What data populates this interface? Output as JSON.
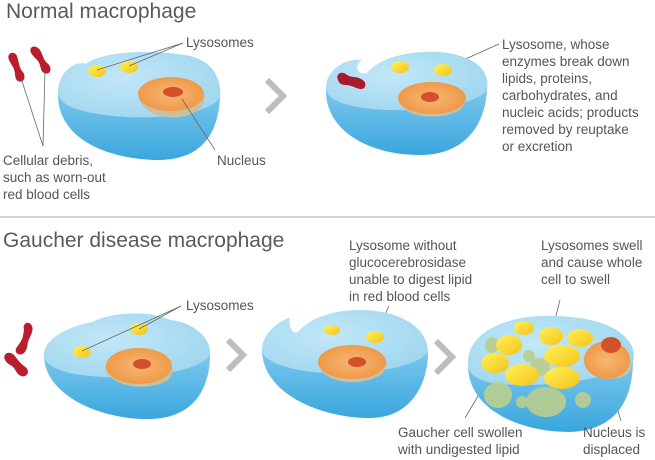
{
  "sections": {
    "normal": {
      "title": "Normal macrophage",
      "labels": {
        "lysosomes": "Lysosomes",
        "debris": "Cellular debris,\nsuch as worn-out\nred blood cells",
        "nucleus": "Nucleus",
        "lysosome_enzymes": "Lysosome, whose\nenzymes break down\nlipids, proteins,\ncarbohydrates, and\nnucleic acids; products\nremoved by reuptake\nor excretion"
      }
    },
    "gaucher": {
      "title": "Gaucher disease macrophage",
      "labels": {
        "lysosomes": "Lysosomes",
        "lysosome_without": "Lysosome without\nglucocerebrosidase\nunable to digest lipid\nin red blood cells",
        "lysosomes_swell": "Lysosomes swell\nand cause whole\ncell to swell",
        "gaucher_cell": "Gaucher cell swollen\nwith undigested lipid",
        "nucleus_displaced": "Nucleus is\ndisplaced"
      }
    }
  },
  "colors": {
    "cell_top": "#a9dcf2",
    "cell_side": "#5bb8e6",
    "nucleus": "#f2a04f",
    "nucleolus": "#d2502a",
    "lysosome": "#f7d21e",
    "lipid": "#b9cf8e",
    "red_blood_cell": "#b81e2d",
    "arrow": "#bdbdbd",
    "divider": "#d4d4d4"
  }
}
